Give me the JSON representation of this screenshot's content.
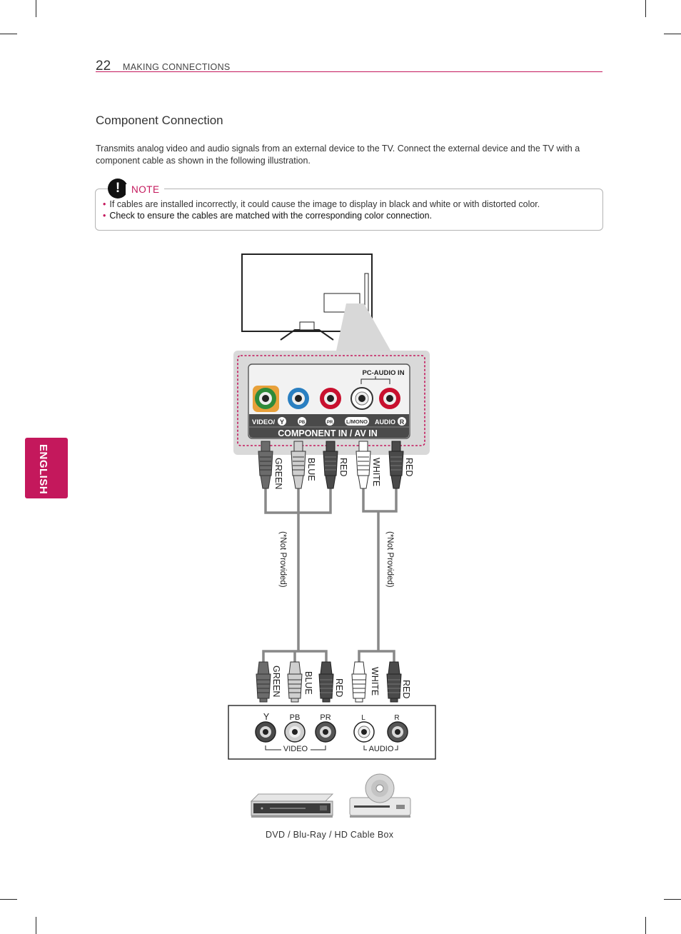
{
  "header": {
    "page_number": "22",
    "section": "MAKING CONNECTIONS"
  },
  "side_tab": "ENGLISH",
  "title": "Component Connection",
  "intro": "Transmits analog video and audio signals from an external device to the TV. Connect the external device and the TV with a component cable as shown in the following illustration.",
  "note": {
    "label": "NOTE",
    "icon": "!",
    "items": [
      "If cables are installed incorrectly, it could cause the image to display in black and white or with distorted color.",
      "Check to ensure the cables are matched with the corresponding color connection."
    ]
  },
  "diagram": {
    "tv_panel": {
      "title": "COMPONENT IN / AV IN",
      "pc_audio": "PC-AUDIO IN",
      "video_label": "VIDEO/",
      "y": "Y",
      "pb": "PB",
      "pr": "PR",
      "lmono": "L/MONO",
      "audio": "AUDIO",
      "r": "R"
    },
    "top_cables": [
      "GREEN",
      "BLUE",
      "RED",
      "WHITE",
      "RED"
    ],
    "bottom_cables": [
      "GREEN",
      "BLUE",
      "RED",
      "WHITE",
      "RED"
    ],
    "not_provided": "(*Not Provided)",
    "device_panel": {
      "y": "Y",
      "pb": "PB",
      "pr": "PR",
      "l": "L",
      "r": "R",
      "video": "VIDEO",
      "audio": "AUDIO"
    },
    "caption": "DVD / Blu-Ray / HD Cable Box"
  },
  "colors": {
    "accent": "#c4185c",
    "green_jack": "#2e8b3a",
    "blue_jack": "#2a7fc1",
    "red_jack": "#c8102e",
    "highlight": "#e8a13a"
  }
}
